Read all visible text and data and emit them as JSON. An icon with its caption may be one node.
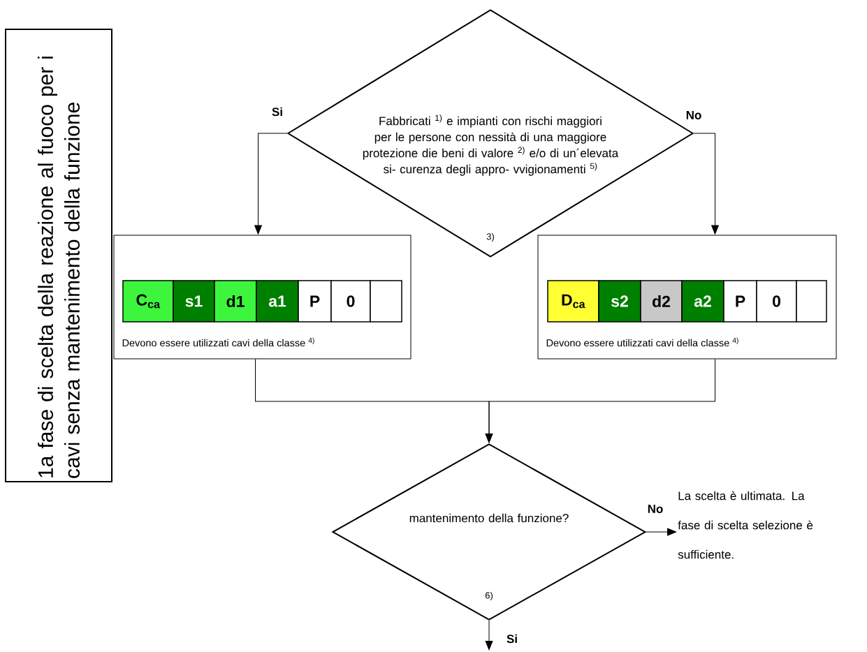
{
  "diagram": {
    "nodes": [
      {
        "text": [
          "1a fase di scelta della reazione al fuoco per i cavi senza mantenimento della funzione"
        ]
      },
      {
        "text": [
          "Fabbricati $^{1)}$ e impianti con rischi maggiori per le persone con nessità di una maggiore protezione die beni di valore $^{2)}$ e/o di un´elevata si- curenza degli appro- vvigionamenti $^{5)}$",
          "3)"
        ]
      },
      {
        "text": [
          "Devono essere utilizzati cavi della classe $^{4)}$"
        ]
      },
      {
        "text": [
          "C$_{ca}$"
        ],
        "in": 2
      },
      {
        "text": [
          "s1"
        ],
        "in": 2
      },
      {
        "text": [
          "d1"
        ],
        "in": 2
      },
      {
        "text": [
          "a1"
        ],
        "in": 2
      },
      {
        "text": [
          "P"
        ],
        "in": 2
      },
      {
        "text": [
          "0"
        ],
        "in": 2
      },
      {
        "text": [],
        "shape": "box",
        "in": 2
      },
      {
        "text": [
          "Devono essere utilizzati cavi della classe $^{4)}$"
        ]
      },
      {
        "text": [
          "D$_{ca}$"
        ],
        "in": 10
      },
      {
        "text": [
          "s2"
        ],
        "in": 10
      },
      {
        "text": [
          "d2"
        ],
        "in": 10
      },
      {
        "text": [
          "a2"
        ],
        "in": 10
      },
      {
        "text": [
          "P"
        ],
        "in": 10
      },
      {
        "text": [
          "0"
        ],
        "in": 10
      },
      {
        "text": [],
        "shape": "box",
        "in": 10
      },
      {
        "text": [
          "mantenimento della funzione?",
          "6)"
        ]
      },
      {
        "text": [
          "La scelta è ultimata. La fase di scelta selezione è sufficiente."
        ]
      }
    ],
    "edges": [
      {
        "from": 1,
        "to": 2,
        "arrow": "to",
        "label": "Si"
      },
      {
        "from": 1,
        "to": 10,
        "arrow": "to",
        "label": "No"
      },
      {
        "from": 2,
        "to": 18,
        "arrow": "to"
      },
      {
        "from": 10,
        "to": 18,
        "arrow": "to"
      },
      {
        "from": 18,
        "to": 19,
        "arrow": "to",
        "label": "No"
      },
      {
        "from": 18,
        "to": null,
        "arrow": "to",
        "label": "Si"
      }
    ]
  }
}
